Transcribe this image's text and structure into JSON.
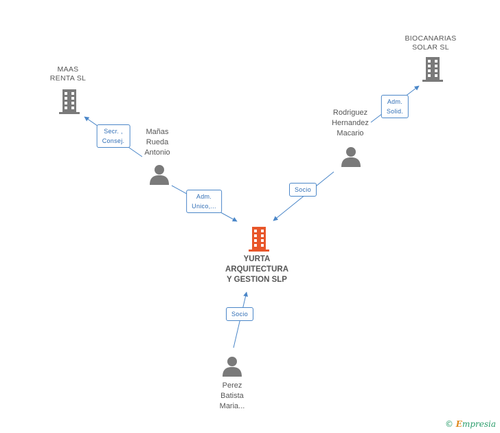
{
  "nodes": {
    "main": {
      "label": "YURTA\nARQUITECTURA\nY GESTION SLP",
      "color": "#e8562a"
    },
    "maas": {
      "label": "MAAS\nRENTA SL",
      "color": "#7a7a7a"
    },
    "biocanarias": {
      "label": "BIOCANARIAS\nSOLAR SL",
      "color": "#7a7a7a"
    },
    "manas": {
      "label": "Mañas\nRueda\nAntonio",
      "color": "#7a7a7a"
    },
    "rodriguez": {
      "label": "Rodriguez\nHernandez\nMacario",
      "color": "#7a7a7a"
    },
    "perez": {
      "label": "Perez\nBatista\nMaria...",
      "color": "#7a7a7a"
    }
  },
  "edges": {
    "secr": "Secr. ,\nConsej.",
    "adm_unico": "Adm.\nUnico,...",
    "adm_solid": "Adm.\nSolid.",
    "socio_rodriguez": "Socio",
    "socio_perez": "Socio"
  },
  "edge_color": "#4a86c8",
  "footer": {
    "copyright_symbol": "©",
    "brand_initial": "E",
    "brand_rest": "mpresia"
  }
}
